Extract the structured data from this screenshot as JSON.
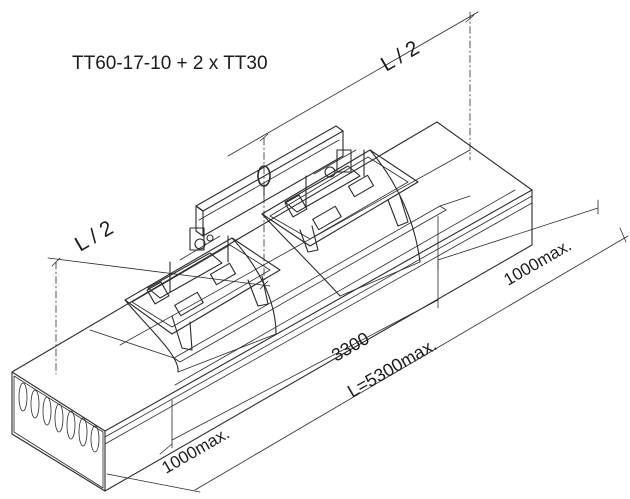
{
  "title": "TT60-17-10  +  2 x TT30",
  "dimensions": {
    "half_top": "L / 2",
    "half_left": "L / 2",
    "span_clamp": "3300",
    "length_total": "L=5300max.",
    "overhang_right": "1000max.",
    "overhang_left": "1000max."
  }
}
